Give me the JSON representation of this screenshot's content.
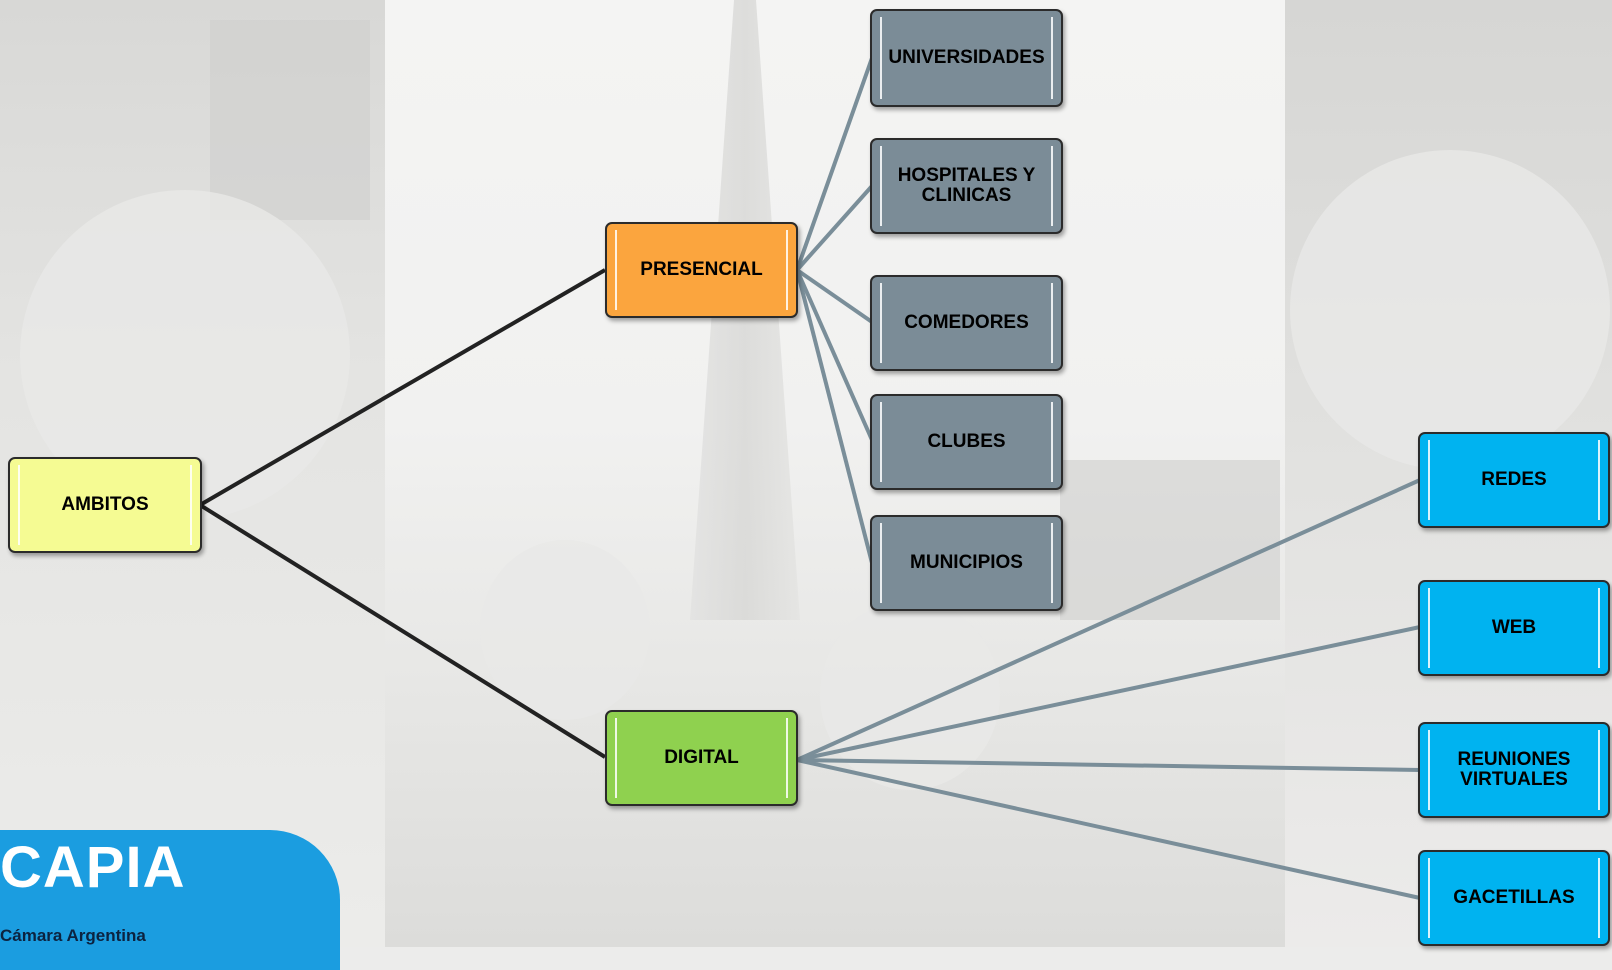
{
  "diagram": {
    "root": {
      "label": "AMBITOS",
      "color": "#f5fb93"
    },
    "branches": [
      {
        "label": "PRESENCIAL",
        "color": "#fba53e",
        "children": [
          "UNIVERSIDADES",
          "HOSPITALES Y CLINICAS",
          "COMEDORES",
          "CLUBES",
          "MUNICIPIOS"
        ],
        "child_color": "#7b8c97"
      },
      {
        "label": "DIGITAL",
        "color": "#8fd14f",
        "children": [
          "REDES",
          "WEB",
          "REUNIONES VIRTUALES",
          "GACETILLAS"
        ],
        "child_color": "#00b3f0"
      }
    ],
    "connector_colors": {
      "primary": "#222222",
      "secondary": "#7a8e99"
    }
  },
  "logo": {
    "title": "CAPIA",
    "subtitle": "Cámara Argentina"
  }
}
